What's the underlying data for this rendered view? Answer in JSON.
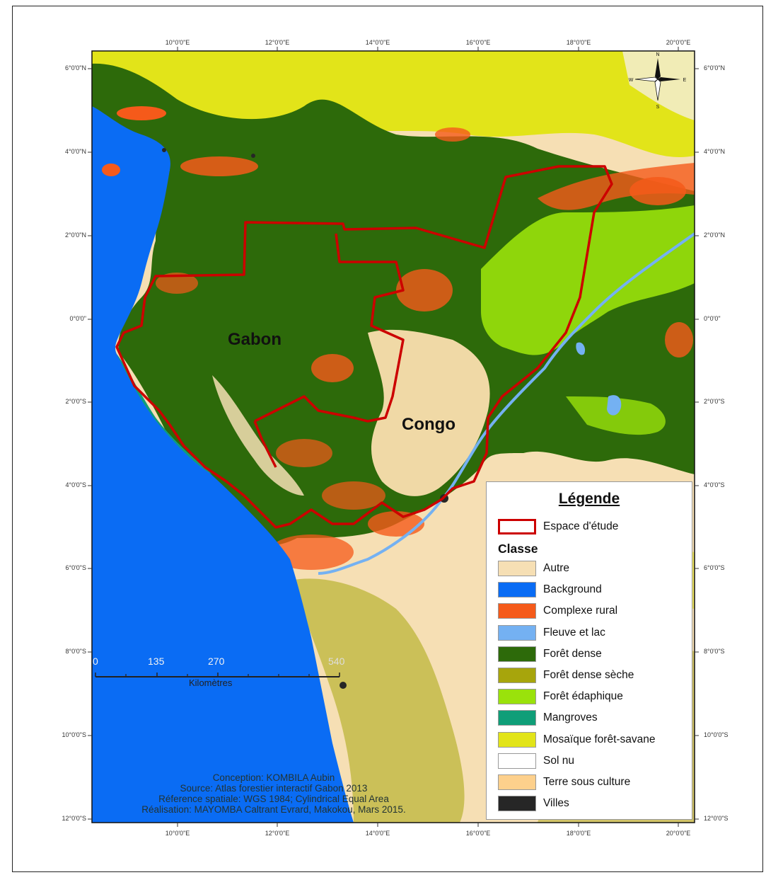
{
  "map": {
    "country_labels": {
      "gabon": "Gabon",
      "congo": "Congo"
    },
    "longitude_ticks": [
      "10°0'0\"E",
      "12°0'0\"E",
      "14°0'0\"E",
      "16°0'0\"E",
      "18°0'0\"E",
      "20°0'0\"E"
    ],
    "latitude_ticks": [
      "6°0'0\"N",
      "4°0'0\"N",
      "2°0'0\"N",
      "0°0'0\"",
      "2°0'0\"S",
      "4°0'0\"S",
      "6°0'0\"S",
      "8°0'0\"S",
      "10°0'0\"S",
      "12°0'0\"S"
    ],
    "north_arrow": {
      "icon": "compass-rose-icon",
      "letters": [
        "N",
        "S",
        "E",
        "W"
      ]
    }
  },
  "legend": {
    "title": "Légende",
    "study_area": {
      "label": "Espace d'étude",
      "color": "#cc0000"
    },
    "class_heading": "Classe",
    "classes": [
      {
        "label": "Autre",
        "color": "#f6dfb4"
      },
      {
        "label": "Background",
        "color": "#0a6cf4"
      },
      {
        "label": "Complexe rural",
        "color": "#f55a1a"
      },
      {
        "label": "Fleuve et lac",
        "color": "#74b1f2"
      },
      {
        "label": "Forêt dense",
        "color": "#2d6a0a"
      },
      {
        "label": "Forêt dense sèche",
        "color": "#a7a50c"
      },
      {
        "label": "Forêt édaphique",
        "color": "#9ae20b"
      },
      {
        "label": "Mangroves",
        "color": "#0f9e78"
      },
      {
        "label": "Mosaïque forêt-savane",
        "color": "#e2e419"
      },
      {
        "label": "Sol nu",
        "color": "#ffffff"
      },
      {
        "label": "Terre sous culture",
        "color": "#fdd08c"
      },
      {
        "label": "Villes",
        "color": "#262626"
      }
    ]
  },
  "scale_bar": {
    "values": [
      "0",
      "135",
      "270",
      "540"
    ],
    "unit": "Kilomètres"
  },
  "credits": [
    "Conception: KOMBILA Aubin",
    "Source: Atlas forestier interactif Gabon 2013",
    "Réference spatiale: WGS 1984; Cylindrical Equal Area",
    "Réalisation: MAYOMBA Caltrant Evrard, Makokou, Mars 2015."
  ]
}
